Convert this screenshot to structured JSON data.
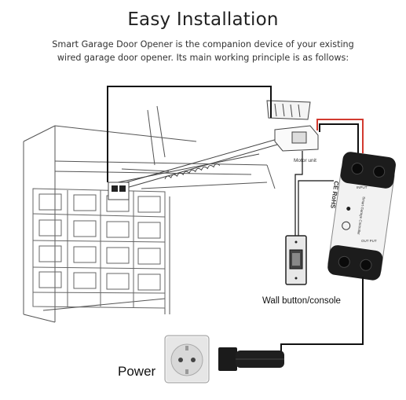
{
  "header": {
    "title": "Easy Installation",
    "subtitle_line1": "Smart Garage Door Opener is the companion device of your existing",
    "subtitle_line2": "wired garage door opener. Its main working principle is as follows:"
  },
  "labels": {
    "motor_unit": "Motor unit",
    "wall_button": "Wall button/console",
    "power": "Power"
  },
  "device": {
    "ce_mark": "CE RoHS",
    "model": "Smart Garage Controller",
    "out_put": "OUT PUT",
    "input": "INPUT"
  },
  "colors": {
    "wire_red": "#d23a2f",
    "wire_black": "#111111",
    "device_body": "#f2f2f2",
    "device_cap": "#1c1c1c"
  }
}
